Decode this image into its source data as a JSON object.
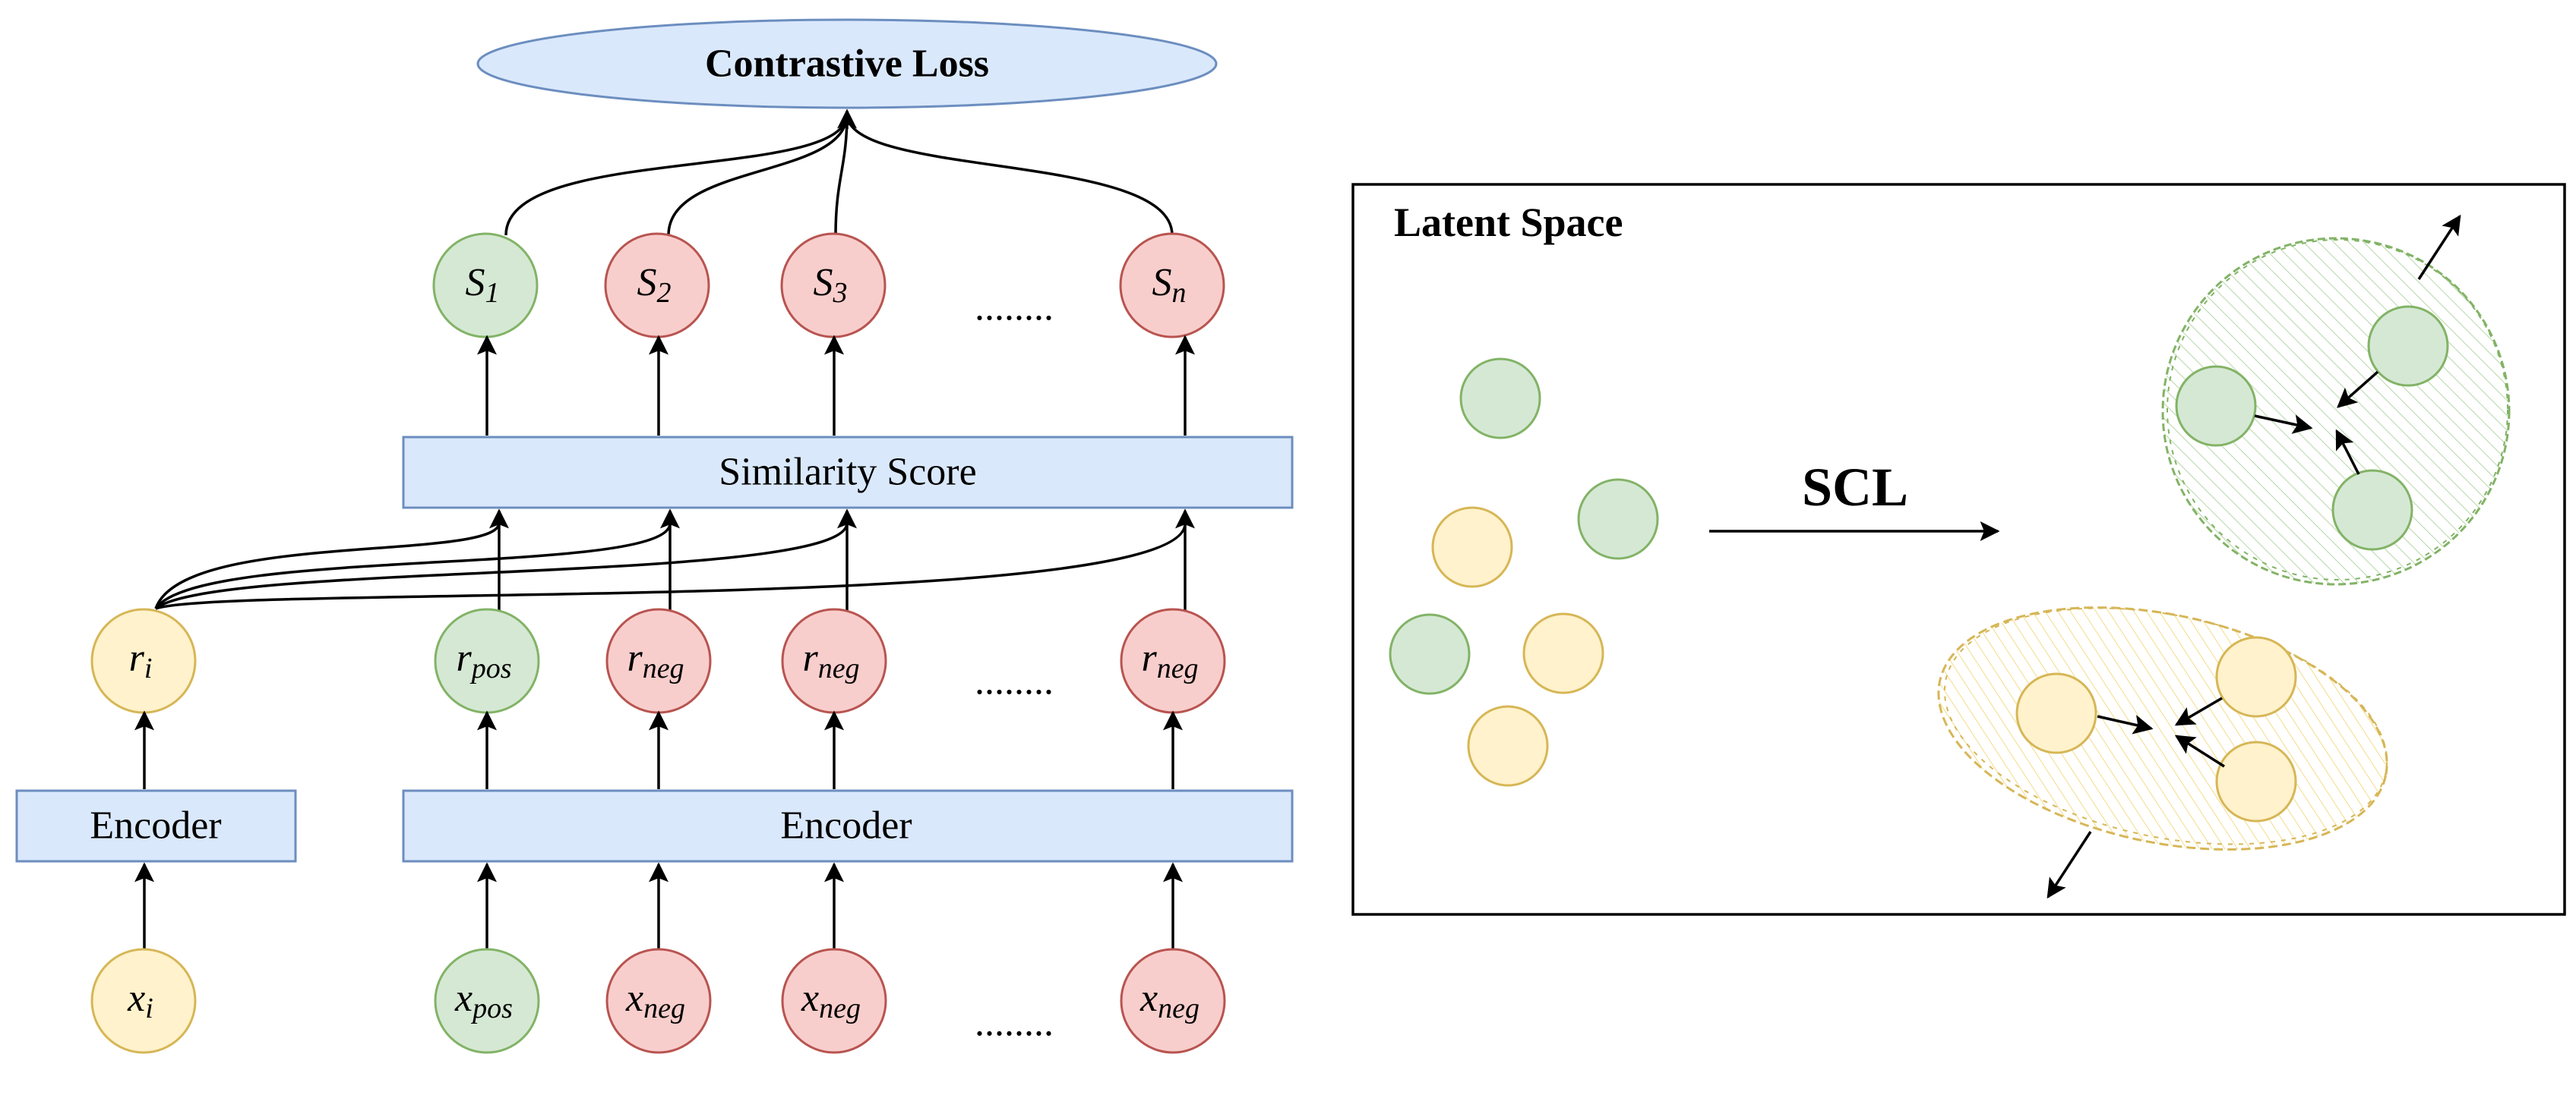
{
  "colors": {
    "blue_fill": "#dae8fc",
    "blue_stroke": "#6c8ebf",
    "green_fill": "#d5e8d4",
    "green_stroke": "#82b366",
    "red_fill": "#f8cecc",
    "red_stroke": "#b85450",
    "yellow_fill": "#fff2cc",
    "yellow_stroke": "#d6b656"
  },
  "loss": {
    "label": "Contrastive Loss"
  },
  "similarity": {
    "label": "Similarity Score"
  },
  "encoder_left": {
    "label": "Encoder"
  },
  "encoder_right": {
    "label": "Encoder"
  },
  "ellipsis": "........",
  "scores": [
    {
      "base": "S",
      "sub": "1",
      "color": "green"
    },
    {
      "base": "S",
      "sub": "2",
      "color": "red"
    },
    {
      "base": "S",
      "sub": "3",
      "color": "red"
    },
    {
      "base": "S",
      "sub": "n",
      "color": "red"
    }
  ],
  "representations": {
    "anchor": {
      "base": "r",
      "sub": "i",
      "color": "yellow"
    },
    "items": [
      {
        "base": "r",
        "sub": "pos",
        "color": "green"
      },
      {
        "base": "r",
        "sub": "neg",
        "color": "red"
      },
      {
        "base": "r",
        "sub": "neg",
        "color": "red"
      },
      {
        "base": "r",
        "sub": "neg",
        "color": "red"
      }
    ]
  },
  "inputs": {
    "anchor": {
      "base": "x",
      "sub": "i",
      "color": "yellow"
    },
    "items": [
      {
        "base": "x",
        "sub": "pos",
        "color": "green"
      },
      {
        "base": "x",
        "sub": "neg",
        "color": "red"
      },
      {
        "base": "x",
        "sub": "neg",
        "color": "red"
      },
      {
        "base": "x",
        "sub": "neg",
        "color": "red"
      }
    ]
  },
  "latent": {
    "title": "Latent Space",
    "arrow_label": "SCL"
  }
}
